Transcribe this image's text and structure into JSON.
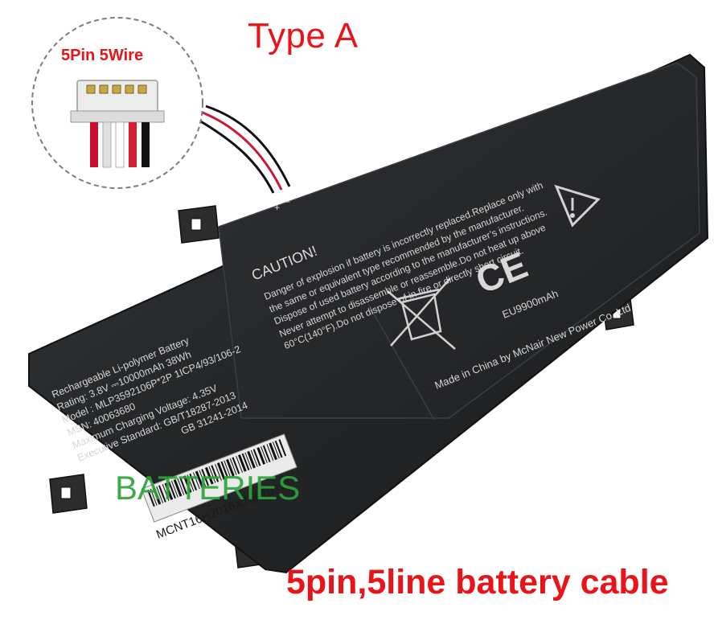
{
  "header": {
    "title": "Type A"
  },
  "callout": {
    "label": "5Pin 5Wire"
  },
  "battery": {
    "specs": [
      "Rechargeable Li-polymer Battery",
      "Rating: 3.8V ⎓10000mAh 38Wh",
      "Model : MLP3592106P*2P  1ICP4/93/106-2",
      "MSN: 40063680",
      "Maximum Charging Voltage: 4.35V",
      "Executive Standard: GB/T18287-2013",
      "GB 31241-2014"
    ],
    "caution_title": "CAUTION!",
    "caution_lines": [
      "Danger of explosion if battery is incorrectly replaced.Replace only with",
      "the same or equivalent type recommended by the manufacturer.",
      "Dispose of used battery according to the manufacturer’s  instructions.",
      "Never attempt to disassemble or reassemble.Do not heat up above",
      "60°C(140°F).Do not dispose of in fire or directly short circuit."
    ],
    "ce_mark": "CE",
    "eu_capacity": "EU9900mAh",
    "maker": "Made in China by McNair New Power Co.,Ltd.",
    "barcode_text": "MCNT16H2016X16010741",
    "polarity": [
      "+",
      "−"
    ]
  },
  "watermark": "BATTERIES",
  "footer": {
    "caption": "5pin,5line battery cable"
  },
  "colors": {
    "accent_red": "#e8141a",
    "battery_body": "#252729",
    "watermark_green": "#2ea43a"
  }
}
